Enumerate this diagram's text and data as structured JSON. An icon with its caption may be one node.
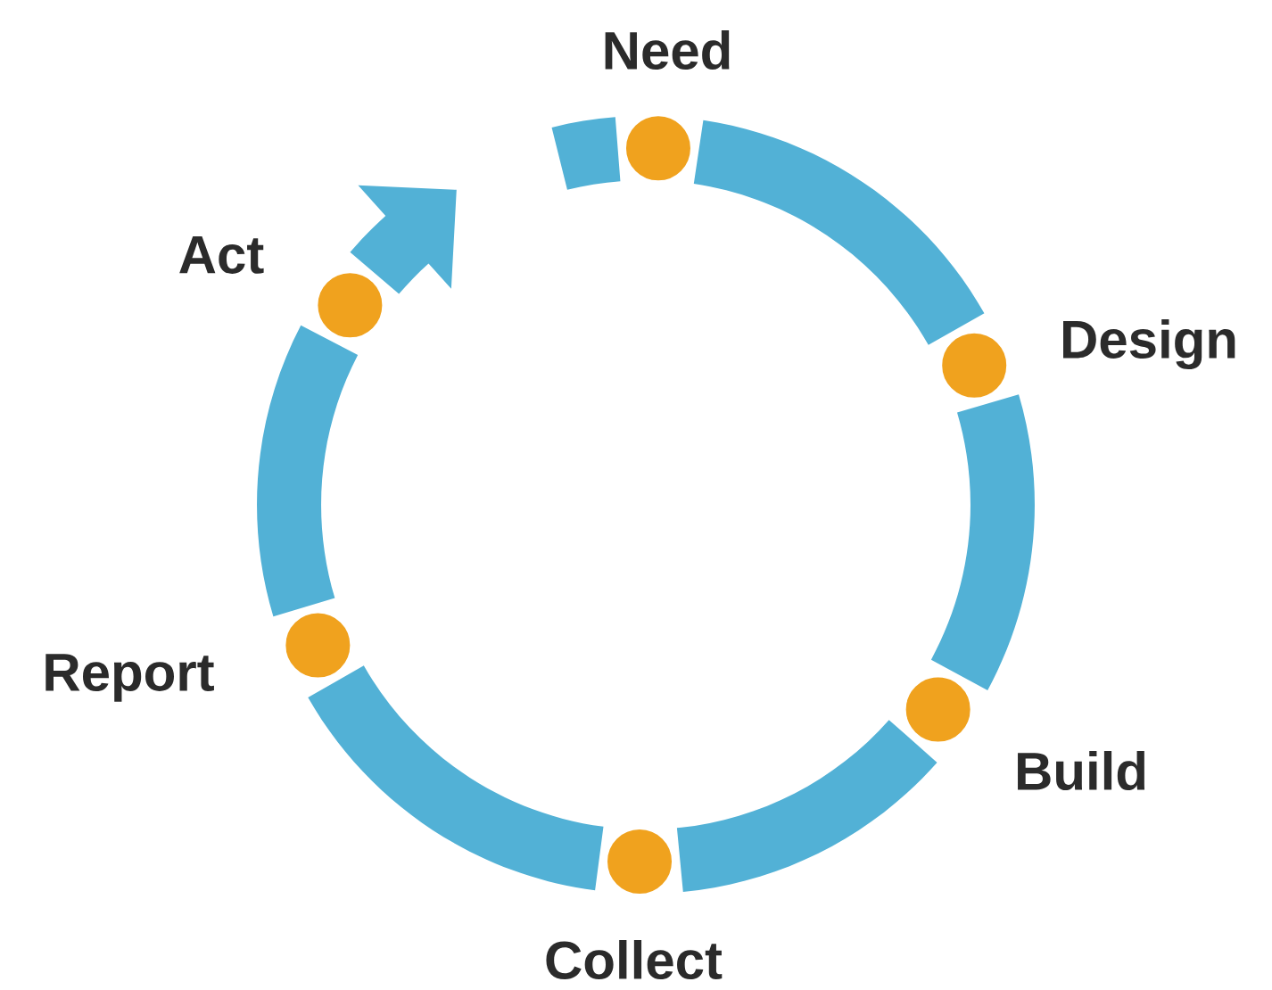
{
  "diagram": {
    "nodes": [
      {
        "text": [
          "Need"
        ]
      },
      {
        "text": [
          "Design"
        ]
      },
      {
        "text": [
          "Build"
        ]
      },
      {
        "text": [
          "Collect"
        ]
      },
      {
        "text": [
          "Report"
        ]
      },
      {
        "text": [
          "Act"
        ]
      }
    ],
    "edges": [
      {
        "from": 0,
        "to": 1,
        "arrow": "none"
      },
      {
        "from": 1,
        "to": 2,
        "arrow": "none"
      },
      {
        "from": 2,
        "to": 3,
        "arrow": "none"
      },
      {
        "from": 3,
        "to": 4,
        "arrow": "none"
      },
      {
        "from": 4,
        "to": 5,
        "arrow": "none"
      },
      {
        "from": 5,
        "to": null,
        "arrow": "to"
      }
    ]
  }
}
